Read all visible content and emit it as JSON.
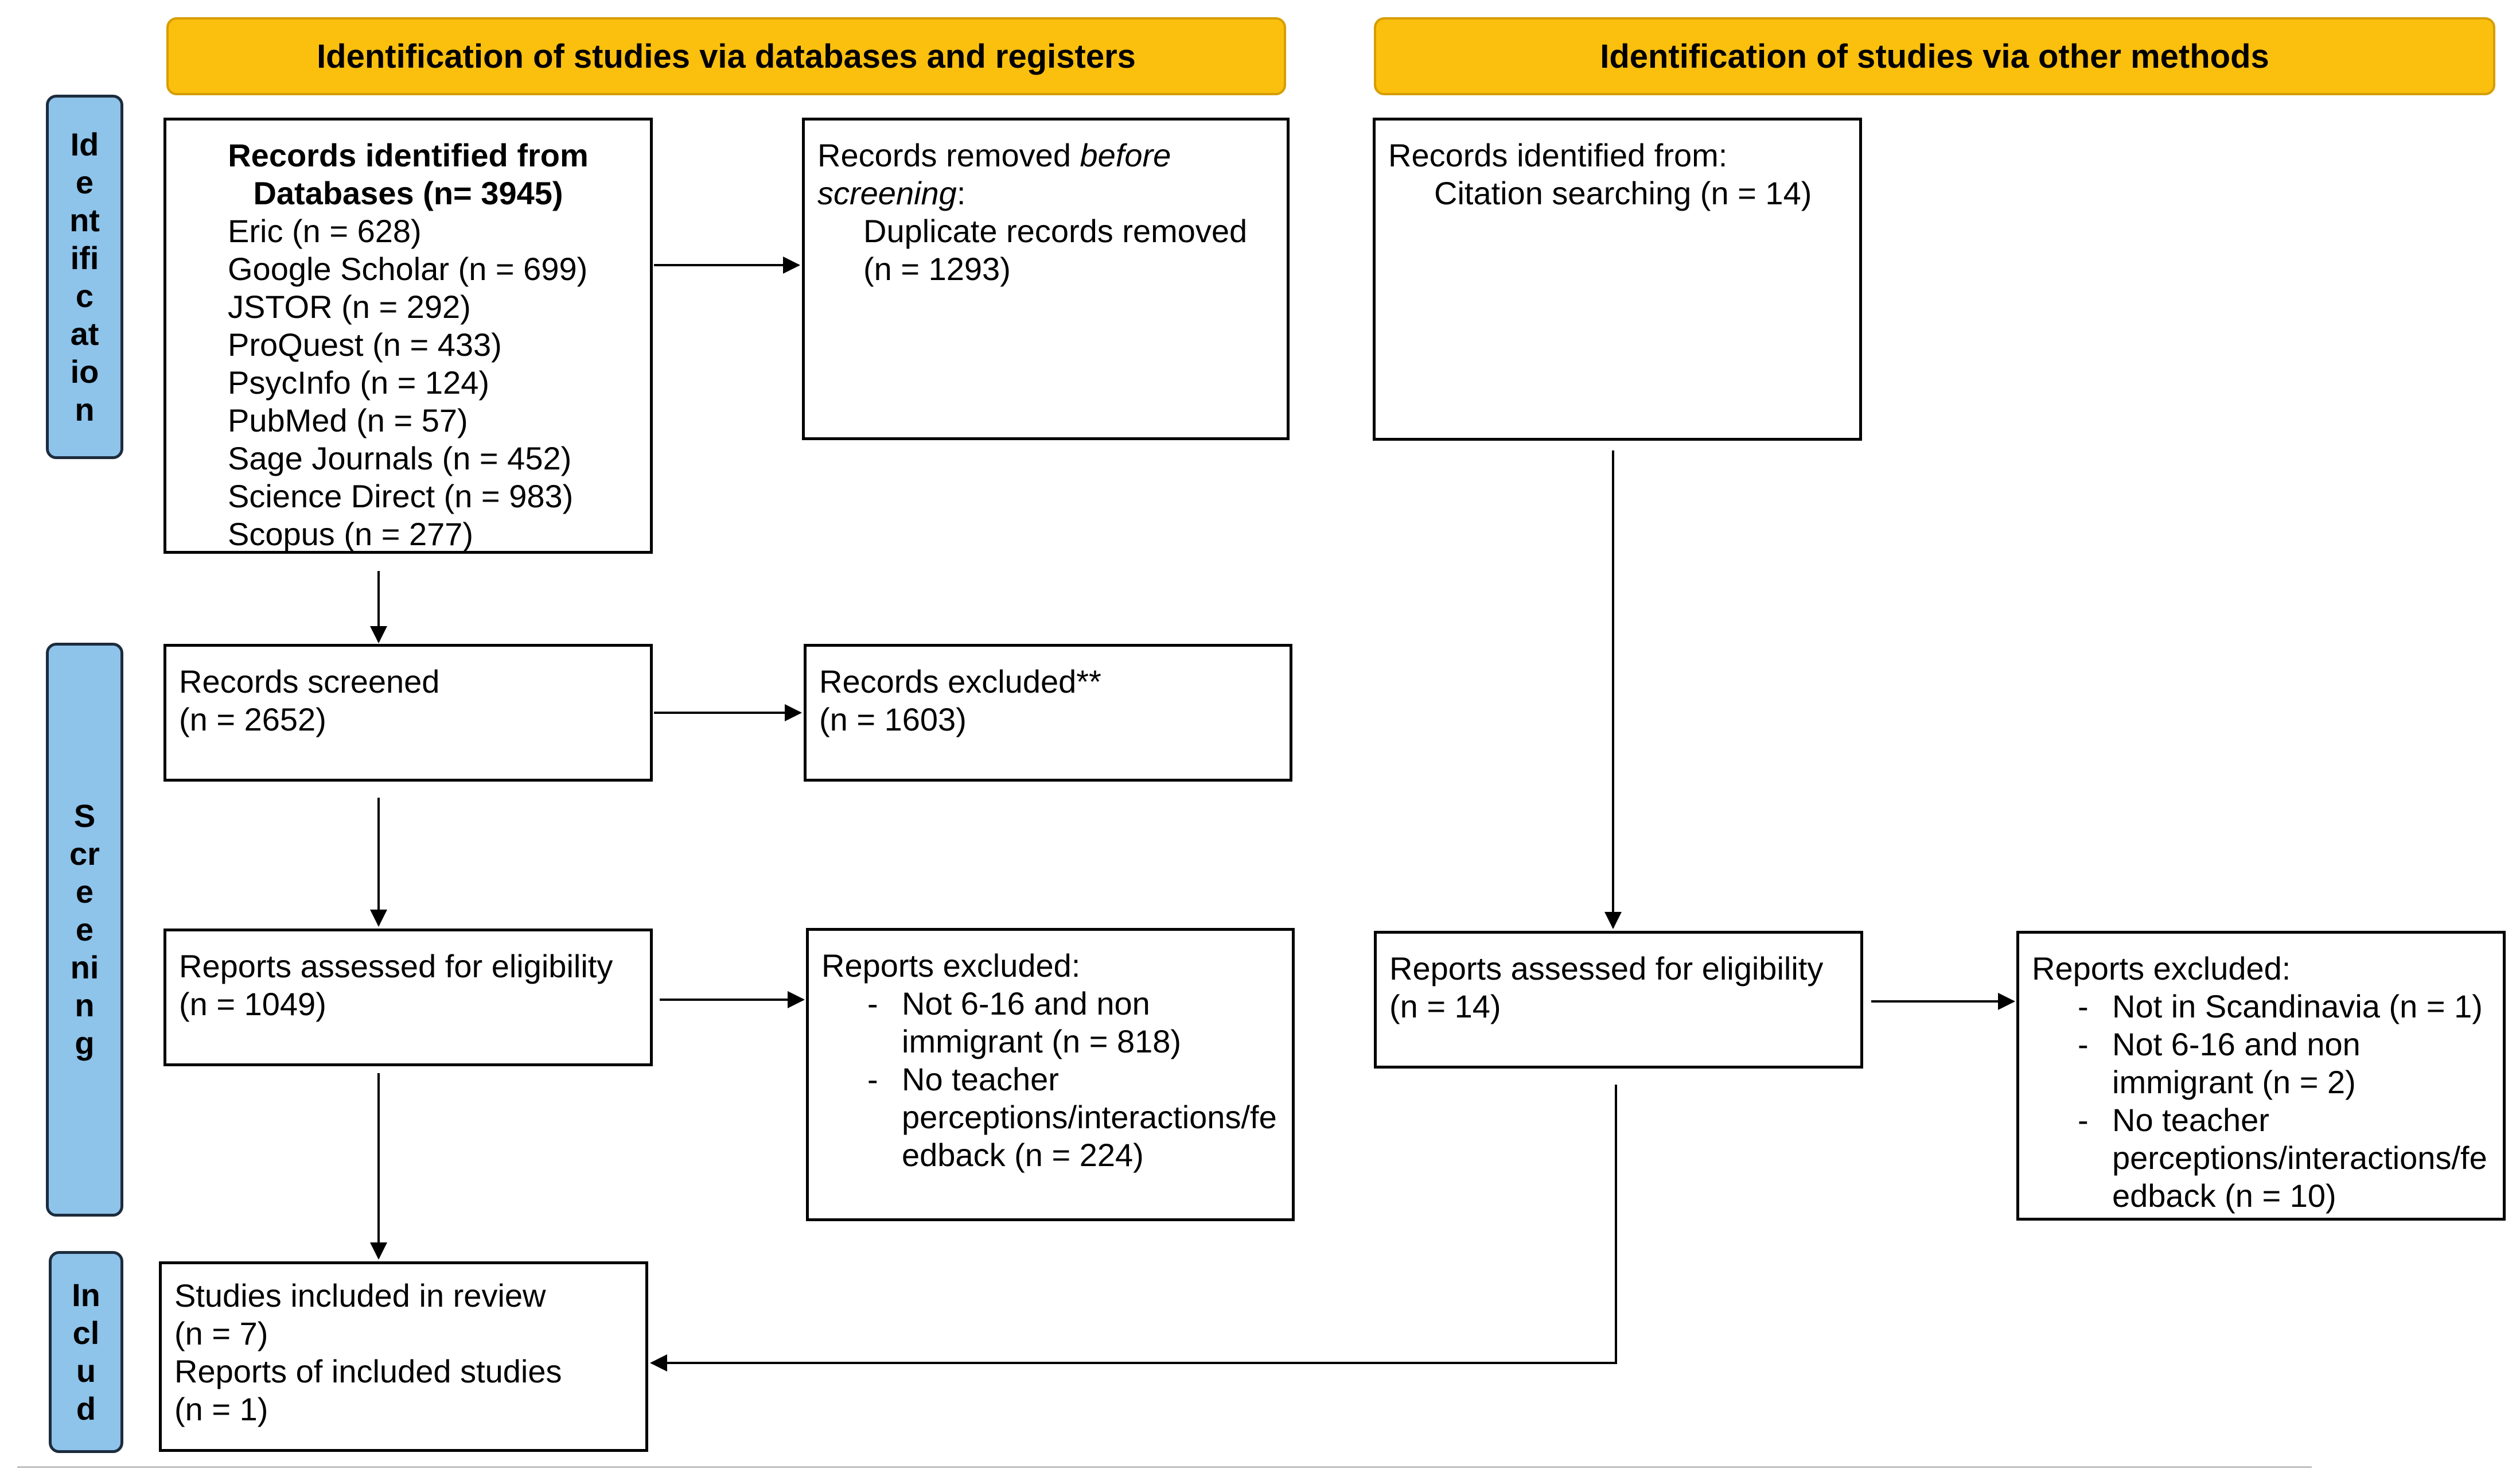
{
  "banners": {
    "left": "Identification of studies via databases and registers",
    "right": "Identification of studies via other methods"
  },
  "phases": {
    "identification": [
      "Id",
      "e",
      "nt",
      "ifi",
      "c",
      "at",
      "io",
      "n"
    ],
    "screening": [
      "S",
      "cr",
      "e",
      "e",
      "ni",
      "n",
      "g"
    ],
    "included": [
      "In",
      "cl",
      "u",
      "d"
    ]
  },
  "records_identified": {
    "title_1": "Records identified from",
    "title_2": "Databases (n= 3945)",
    "sources": [
      "Eric (n = 628)",
      "Google Scholar (n = 699)",
      "JSTOR (n = 292)",
      "ProQuest (n = 433)",
      "PsycInfo (n = 124)",
      "PubMed (n = 57)",
      "Sage Journals (n = 452)",
      "Science Direct (n = 983)",
      "Scopus (n = 277)"
    ]
  },
  "records_removed": {
    "prefix": "Records removed ",
    "emphasis_1": "before",
    "emphasis_2": "screening",
    "suffix": ":",
    "item_1": "Duplicate records removed",
    "item_2": "(n = 1293)"
  },
  "other_identified": {
    "title": "Records identified from:",
    "item": "Citation searching (n = 14)"
  },
  "records_screened": {
    "label": "Records screened",
    "count": "(n = 2652)"
  },
  "records_excluded": {
    "label": "Records excluded**",
    "count": "(n = 1603)"
  },
  "reports_assessed_db": {
    "label": "Reports assessed for eligibility",
    "count": "(n = 1049)"
  },
  "reports_excluded_db": {
    "label": "Reports excluded:",
    "reasons": [
      [
        "Not 6-16 and non",
        "immigrant (n = 818)"
      ],
      [
        "No teacher",
        "perceptions/interactions/fe",
        "edback (n = 224)"
      ]
    ]
  },
  "reports_assessed_other": {
    "label": "Reports assessed for eligibility",
    "count": "(n = 14)"
  },
  "reports_excluded_other": {
    "label": "Reports excluded:",
    "reasons": [
      [
        "Not in Scandinavia (n = 1)"
      ],
      [
        "Not 6-16 and non",
        "immigrant (n = 2)"
      ],
      [
        "No teacher",
        "perceptions/interactions/fe",
        "edback  (n = 10)"
      ]
    ]
  },
  "included": {
    "line_1": "Studies included in review",
    "line_2": "(n = 7)",
    "line_3": "Reports of included studies",
    "line_4": "(n = 1)"
  }
}
